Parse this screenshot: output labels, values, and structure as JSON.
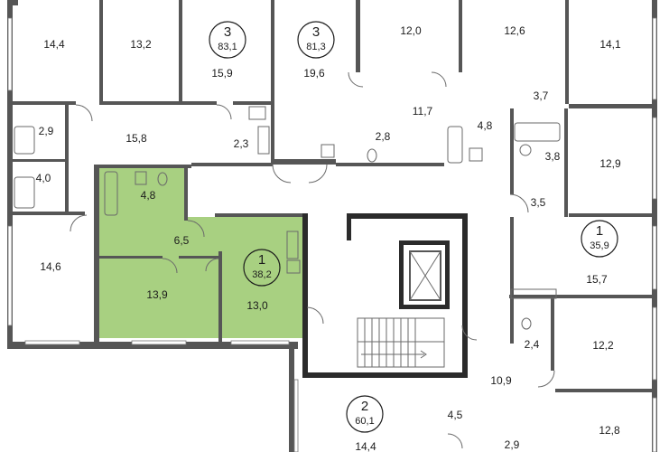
{
  "plan": {
    "highlight_color": "#a8d081",
    "wall_color": "#565656",
    "rooms": {
      "r144_top": "14,4",
      "r132": "13,2",
      "r159": "15,9",
      "r196": "19,6",
      "r120": "12,0",
      "r126": "12,6",
      "r141": "14,1",
      "r29_left": "2,9",
      "r158": "15,8",
      "r23": "2,3",
      "r28": "2,8",
      "r117": "11,7",
      "r48_mid": "4,8",
      "r37": "3,7",
      "r40": "4,0",
      "r38": "3,8",
      "r129": "12,9",
      "r35": "3,5",
      "r48_hl": "4,8",
      "r65_hl": "6,5",
      "r146": "14,6",
      "r139_hl": "13,9",
      "r130_hl": "13,0",
      "r157": "15,7",
      "r24": "2,4",
      "r122": "12,2",
      "r109": "10,9",
      "r128": "12,8",
      "r45": "4,5",
      "r29_bottom": "2,9",
      "r144_bottom": "14,4"
    },
    "apartments": [
      {
        "rooms_count": "3",
        "area": "83,1"
      },
      {
        "rooms_count": "3",
        "area": "81,3"
      },
      {
        "rooms_count": "1",
        "area": "38,2"
      },
      {
        "rooms_count": "1",
        "area": "35,9"
      },
      {
        "rooms_count": "2",
        "area": "60,1"
      }
    ]
  }
}
